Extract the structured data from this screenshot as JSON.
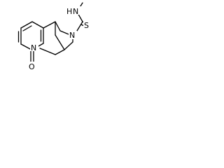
{
  "molecule": {
    "atoms": {
      "nitrogen_top": "N",
      "thioamide_nitrogen": "N",
      "amide_nitrogen": "N",
      "thione_sulfur": "S",
      "carbonyl_oxygen": "O",
      "amide_hydrogen": "H"
    },
    "bond_color": "#000000",
    "background_color": "#ffffff"
  }
}
